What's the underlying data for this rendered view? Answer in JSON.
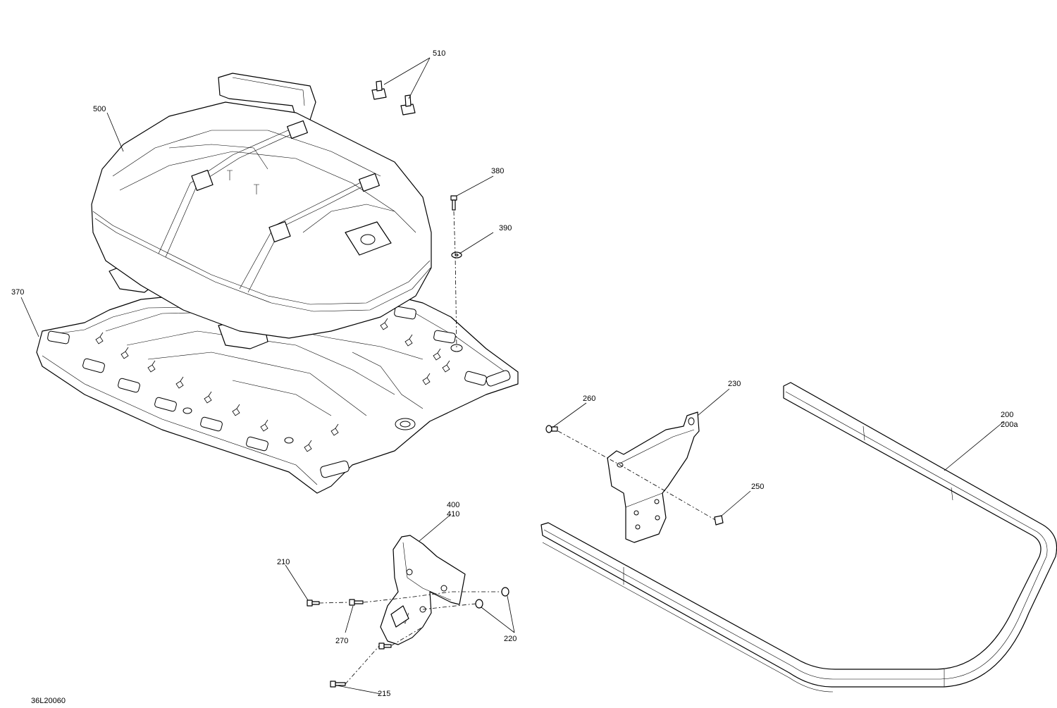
{
  "diagram": {
    "reference_code": "36L20060",
    "callouts": {
      "c510": "510",
      "c500": "500",
      "c380": "380",
      "c390": "390",
      "c370": "370",
      "c260": "260",
      "c230": "230",
      "c200": "200",
      "c200a": "200a",
      "c250": "250",
      "c400": "400",
      "c410": "410",
      "c210": "210",
      "c270": "270",
      "c220": "220",
      "c215": "215"
    }
  }
}
